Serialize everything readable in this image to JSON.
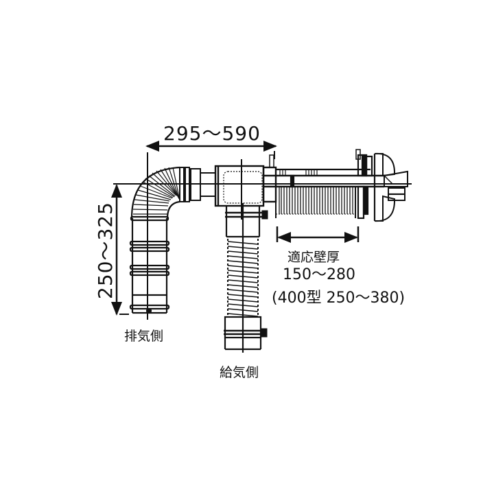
{
  "diagram": {
    "type": "technical drawing",
    "subject": "flue / intake pipe assembly",
    "dimensions": {
      "horizontal_length": "295～590",
      "vertical_height": "250～325"
    },
    "wall_thickness": {
      "title": "適応壁厚",
      "range": "150～280",
      "alt_model": "(400型 250～380)"
    },
    "labels": {
      "exhaust_side": "排気側",
      "intake_side": "給気側"
    },
    "components": [
      "flexible-elbow-exhaust",
      "exhaust-vertical-pipe",
      "horizontal-main-pipe",
      "intake-flexible-pipe",
      "wall-sleeve-bellows",
      "wall-terminal-cap"
    ],
    "colors": {
      "line": "#111111",
      "background": "#ffffff"
    }
  }
}
